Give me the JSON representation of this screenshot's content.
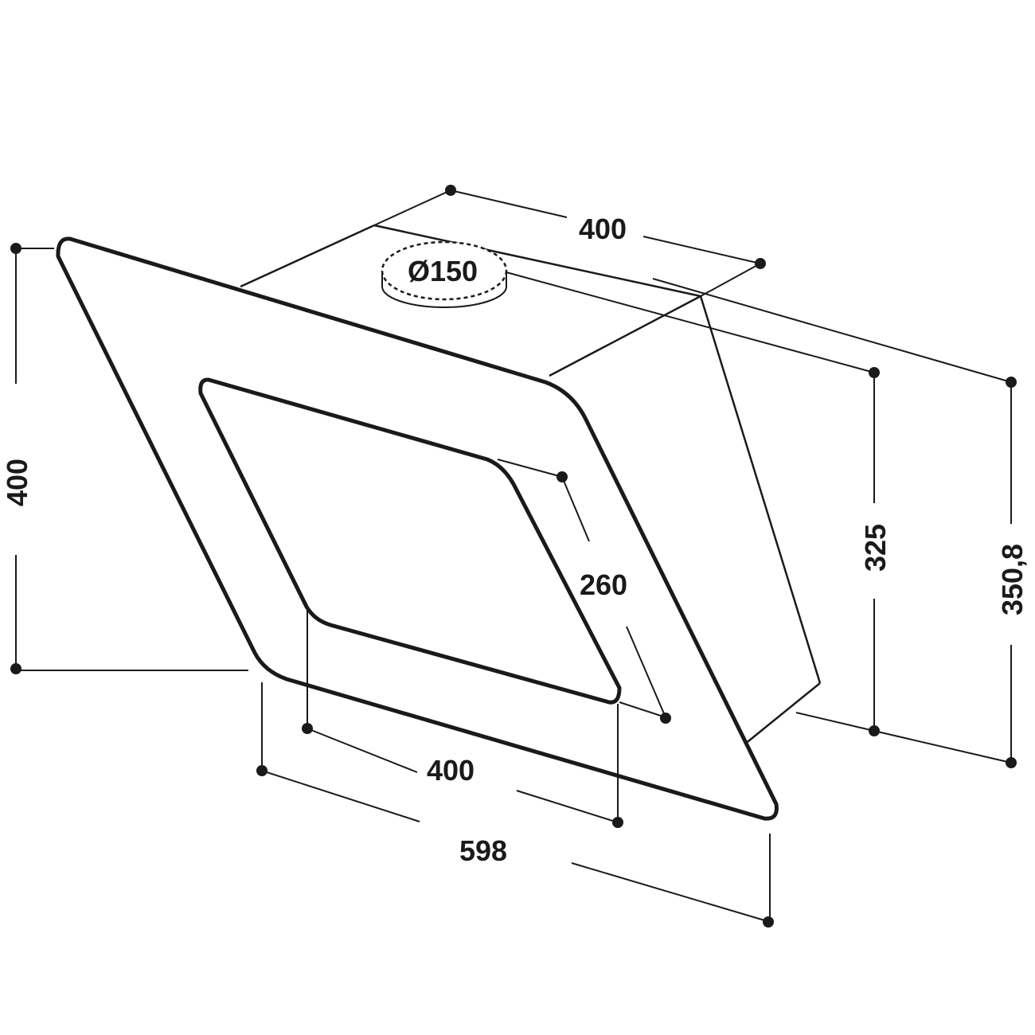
{
  "dimensions": {
    "top_depth": "400",
    "duct_diameter": "Ø150",
    "left_height": "400",
    "inner_panel": "260",
    "height_325": "325",
    "height_350_8": "350,8",
    "bottom_inner_width": "400",
    "total_width": "598"
  },
  "colors": {
    "line": "#1a1a1a",
    "background": "#ffffff"
  }
}
